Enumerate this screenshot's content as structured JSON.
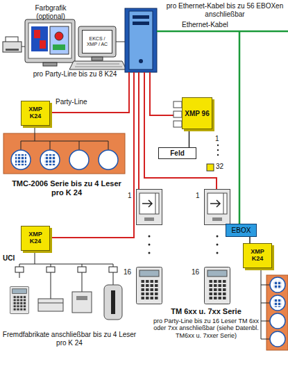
{
  "diagram": {
    "nodes": [
      {
        "text": [
          "EKCS / XMP / AC"
        ]
      },
      {
        "text": [
          "XMP K24"
        ]
      },
      {
        "text": [
          "XMP 96"
        ]
      },
      {
        "text": [
          "Feld"
        ]
      },
      {
        "text": [
          "EBOX"
        ]
      },
      {
        "text": [
          "XMP K24"
        ]
      },
      {
        "text": [
          "XMP K24"
        ]
      }
    ],
    "edges": [
      {
        "from": 2,
        "to": 3,
        "arrow": "none"
      },
      {
        "from": 4,
        "to": 6,
        "arrow": "none"
      }
    ],
    "labels": [
      "Farbgrafik (optional)",
      "pro Ethernet-Kabel bis zu 56 EBOXen anschließbar",
      "Ethernet-Kabel",
      "pro Party-Line bis zu 8 K24",
      "Party-Line",
      "TMC-2006 Serie bis zu 4 Leser pro K 24",
      "UCI",
      "Fremdfabrikate anschließbar bis zu 4 Leser pro K 24",
      "1",
      "32",
      "1",
      "16",
      "1",
      "16",
      "TM 6xx u. 7xx Serie",
      "pro Party-Line bis zu 16 Leser TM 6xx oder 7xx anschließbar (siehe Datenbl. TM6xx u. 7xxer Serie)"
    ]
  }
}
